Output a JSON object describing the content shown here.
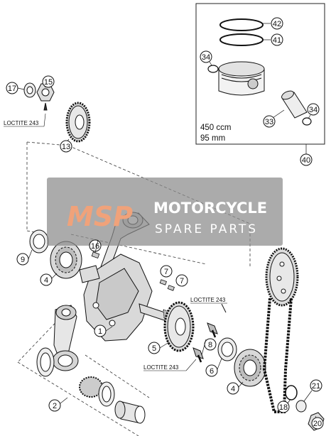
{
  "diagram": {
    "callouts": {
      "c1": "1",
      "c2": "2",
      "c4a": "4",
      "c4b": "4",
      "c5": "5",
      "c6": "6",
      "c7a": "7",
      "c7b": "7",
      "c8": "8",
      "c9": "9",
      "c13": "13",
      "c15": "15",
      "c16": "16",
      "c17": "17",
      "c18": "18",
      "c20": "20",
      "c21": "21",
      "c33": "33",
      "c34a": "34",
      "c34b": "34",
      "c40": "40",
      "c41": "41",
      "c42": "42"
    },
    "loctite": {
      "top_left": "LOCTITE 243",
      "right": "LOCTITE 243",
      "bottom": "LOCTITE 243"
    },
    "inset": {
      "displacement": "450 ccm",
      "bore": "95 mm"
    }
  },
  "watermark": {
    "logo": "MSP",
    "line1": "MOTORCYCLE",
    "line2": "SPARE PARTS"
  }
}
